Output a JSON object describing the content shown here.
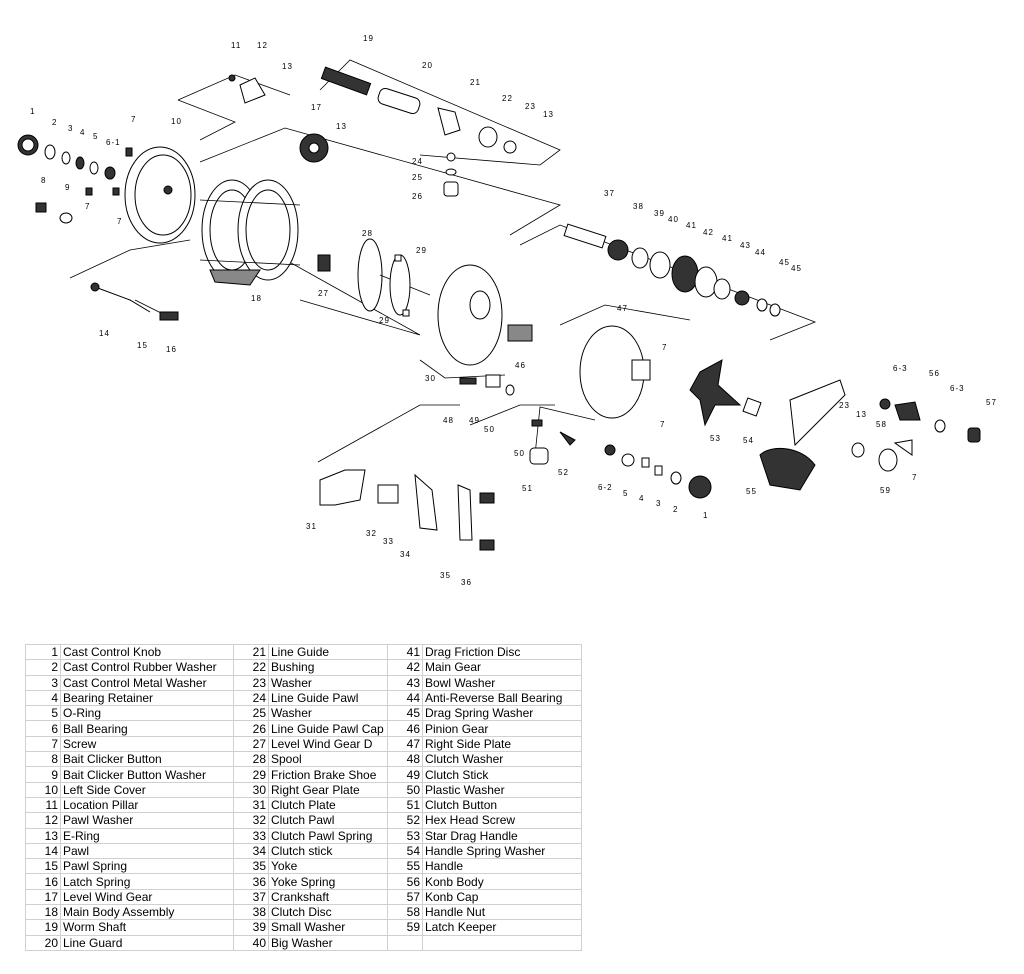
{
  "callouts": [
    {
      "id": "c19",
      "text": "19"
    },
    {
      "id": "c20",
      "text": "20"
    },
    {
      "id": "c21",
      "text": "21"
    },
    {
      "id": "c22",
      "text": "22"
    },
    {
      "id": "c23a",
      "text": "23"
    },
    {
      "id": "c13a",
      "text": "13"
    },
    {
      "id": "c11",
      "text": "11"
    },
    {
      "id": "c12",
      "text": "12"
    },
    {
      "id": "c13b",
      "text": "13"
    },
    {
      "id": "c17",
      "text": "17"
    },
    {
      "id": "c13c",
      "text": "13"
    },
    {
      "id": "c24",
      "text": "24"
    },
    {
      "id": "c25",
      "text": "25"
    },
    {
      "id": "c26",
      "text": "26"
    },
    {
      "id": "c1a",
      "text": "1"
    },
    {
      "id": "c2a",
      "text": "2"
    },
    {
      "id": "c3a",
      "text": "3"
    },
    {
      "id": "c4a",
      "text": "4"
    },
    {
      "id": "c5a",
      "text": "5"
    },
    {
      "id": "c61a",
      "text": "6-1"
    },
    {
      "id": "c7a",
      "text": "7"
    },
    {
      "id": "c10",
      "text": "10"
    },
    {
      "id": "c8",
      "text": "8"
    },
    {
      "id": "c9",
      "text": "9"
    },
    {
      "id": "c7b",
      "text": "7"
    },
    {
      "id": "c7c",
      "text": "7"
    },
    {
      "id": "c18",
      "text": "18"
    },
    {
      "id": "c27",
      "text": "27"
    },
    {
      "id": "c28",
      "text": "28"
    },
    {
      "id": "c29a",
      "text": "29"
    },
    {
      "id": "c29b",
      "text": "29"
    },
    {
      "id": "c14",
      "text": "14"
    },
    {
      "id": "c15",
      "text": "15"
    },
    {
      "id": "c16",
      "text": "16"
    },
    {
      "id": "c37",
      "text": "37"
    },
    {
      "id": "c38",
      "text": "38"
    },
    {
      "id": "c39",
      "text": "39"
    },
    {
      "id": "c40",
      "text": "40"
    },
    {
      "id": "c41a",
      "text": "41"
    },
    {
      "id": "c42",
      "text": "42"
    },
    {
      "id": "c41b",
      "text": "41"
    },
    {
      "id": "c43",
      "text": "43"
    },
    {
      "id": "c44",
      "text": "44"
    },
    {
      "id": "c45a",
      "text": "45"
    },
    {
      "id": "c45b",
      "text": "45"
    },
    {
      "id": "c47",
      "text": "47"
    },
    {
      "id": "c46",
      "text": "46"
    },
    {
      "id": "c30",
      "text": "30"
    },
    {
      "id": "c7d",
      "text": "7"
    },
    {
      "id": "c48",
      "text": "48"
    },
    {
      "id": "c49",
      "text": "49"
    },
    {
      "id": "c50a",
      "text": "50"
    },
    {
      "id": "c7e",
      "text": "7"
    },
    {
      "id": "c63a",
      "text": "6-3"
    },
    {
      "id": "c56",
      "text": "56"
    },
    {
      "id": "c63b",
      "text": "6-3"
    },
    {
      "id": "c57",
      "text": "57"
    },
    {
      "id": "c23b",
      "text": "23"
    },
    {
      "id": "c13d",
      "text": "13"
    },
    {
      "id": "c58",
      "text": "58"
    },
    {
      "id": "c7f",
      "text": "7"
    },
    {
      "id": "c59",
      "text": "59"
    },
    {
      "id": "c53",
      "text": "53"
    },
    {
      "id": "c54",
      "text": "54"
    },
    {
      "id": "c55",
      "text": "55"
    },
    {
      "id": "c50b",
      "text": "50"
    },
    {
      "id": "c52",
      "text": "52"
    },
    {
      "id": "c51",
      "text": "51"
    },
    {
      "id": "c62",
      "text": "6-2"
    },
    {
      "id": "c5b",
      "text": "5"
    },
    {
      "id": "c4b",
      "text": "4"
    },
    {
      "id": "c3b",
      "text": "3"
    },
    {
      "id": "c2b",
      "text": "2"
    },
    {
      "id": "c1b",
      "text": "1"
    },
    {
      "id": "c31",
      "text": "31"
    },
    {
      "id": "c32",
      "text": "32"
    },
    {
      "id": "c33",
      "text": "33"
    },
    {
      "id": "c34",
      "text": "34"
    },
    {
      "id": "c35",
      "text": "35"
    },
    {
      "id": "c36",
      "text": "36"
    }
  ],
  "parts": [
    {
      "num": "1",
      "name": "Cast Control Knob"
    },
    {
      "num": "2",
      "name": "Cast Control   Rubber Washer"
    },
    {
      "num": "3",
      "name": "Cast Control   Metal Washer"
    },
    {
      "num": "4",
      "name": "Bearing Retainer"
    },
    {
      "num": "5",
      "name": "O-Ring"
    },
    {
      "num": "6",
      "name": "Ball Bearing"
    },
    {
      "num": "7",
      "name": "Screw"
    },
    {
      "num": "8",
      "name": "Bait Clicker Button"
    },
    {
      "num": "9",
      "name": "Bait Clicker Button Washer"
    },
    {
      "num": "10",
      "name": "Left Side Cover"
    },
    {
      "num": "11",
      "name": "Location Pillar"
    },
    {
      "num": "12",
      "name": "Pawl Washer"
    },
    {
      "num": "13",
      "name": "E-Ring"
    },
    {
      "num": "14",
      "name": "Pawl"
    },
    {
      "num": "15",
      "name": "Pawl Spring"
    },
    {
      "num": "16",
      "name": "Latch Spring"
    },
    {
      "num": "17",
      "name": "Level Wind Gear"
    },
    {
      "num": "18",
      "name": "Main Body Assembly"
    },
    {
      "num": "19",
      "name": "Worm Shaft"
    },
    {
      "num": "20",
      "name": "Line Guard"
    },
    {
      "num": "21",
      "name": "Line Guide"
    },
    {
      "num": "22",
      "name": "Bushing"
    },
    {
      "num": "23",
      "name": "Washer"
    },
    {
      "num": "24",
      "name": "Line Guide Pawl"
    },
    {
      "num": "25",
      "name": "Washer"
    },
    {
      "num": "26",
      "name": "Line Guide Pawl Cap"
    },
    {
      "num": "27",
      "name": "Level Wind Gear D"
    },
    {
      "num": "28",
      "name": "Spool"
    },
    {
      "num": "29",
      "name": "Friction Brake Shoe"
    },
    {
      "num": "30",
      "name": "Right Gear Plate"
    },
    {
      "num": "31",
      "name": "Clutch Plate"
    },
    {
      "num": "32",
      "name": "Clutch Pawl"
    },
    {
      "num": "33",
      "name": "Clutch Pawl Spring"
    },
    {
      "num": "34",
      "name": "Clutch stick"
    },
    {
      "num": "35",
      "name": "Yoke"
    },
    {
      "num": "36",
      "name": "Yoke Spring"
    },
    {
      "num": "37",
      "name": "Crankshaft"
    },
    {
      "num": "38",
      "name": "Clutch Disc"
    },
    {
      "num": "39",
      "name": "Small Washer"
    },
    {
      "num": "40",
      "name": "Big Washer"
    },
    {
      "num": "41",
      "name": "Drag Friction Disc"
    },
    {
      "num": "42",
      "name": "Main Gear"
    },
    {
      "num": "43",
      "name": "Bowl Washer"
    },
    {
      "num": "44",
      "name": "Anti-Reverse Ball Bearing"
    },
    {
      "num": "45",
      "name": "Drag Spring Washer"
    },
    {
      "num": "46",
      "name": "Pinion Gear"
    },
    {
      "num": "47",
      "name": "Right Side Plate"
    },
    {
      "num": "48",
      "name": "Clutch Washer"
    },
    {
      "num": "49",
      "name": "Clutch Stick"
    },
    {
      "num": "50",
      "name": "Plastic Washer"
    },
    {
      "num": "51",
      "name": "Clutch Button"
    },
    {
      "num": "52",
      "name": "Hex Head Screw"
    },
    {
      "num": "53",
      "name": "Star Drag Handle"
    },
    {
      "num": "54",
      "name": "Handle Spring Washer"
    },
    {
      "num": "55",
      "name": "Handle"
    },
    {
      "num": "56",
      "name": "Konb Body"
    },
    {
      "num": "57",
      "name": " Konb Cap"
    },
    {
      "num": "58",
      "name": "Handle Nut"
    },
    {
      "num": "59",
      "name": "Latch Keeper"
    }
  ]
}
